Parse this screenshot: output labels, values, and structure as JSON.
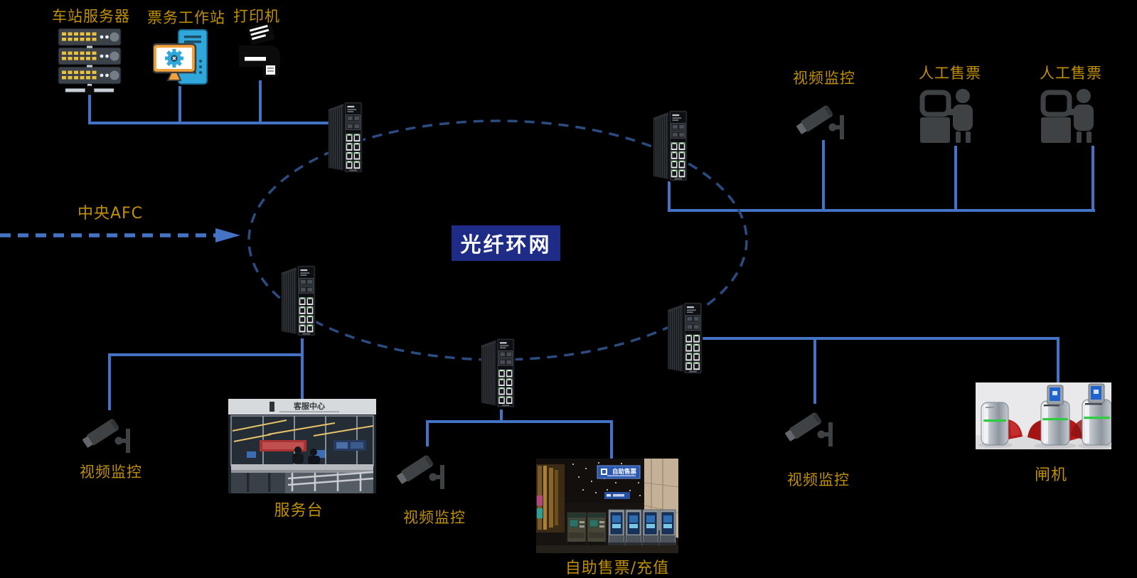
{
  "ring": {
    "label": "光纤环网"
  },
  "central_afc": {
    "label": "中央AFC"
  },
  "groups": {
    "station_equipment": {
      "server_label": "车站服务器",
      "workstation_label": "票务工作站",
      "printer_label": "打印机"
    },
    "concourse": {
      "camera_label": "视频监控",
      "manual_ticketing_1": "人工售票",
      "manual_ticketing_2": "人工售票"
    },
    "service_area": {
      "camera_label": "视频监控",
      "desk_label": "服务台",
      "service_desk_sign": "客服中心"
    },
    "ticketing_area": {
      "camera_label": "视频监控",
      "tvm_label": "自助售票/充值",
      "tvm_sign": "自助售票"
    },
    "gate_area": {
      "camera_label": "视频监控",
      "gate_label": "闸机"
    }
  },
  "icons": {
    "switch": "industrial-ethernet-switch-icon",
    "camera": "cctv-camera-icon",
    "server": "server-rack-icon",
    "workstation": "monitor-gear-icon",
    "printer": "printer-icon",
    "ticket_agent": "agent-at-desk-icon"
  },
  "colors": {
    "background": "#000000",
    "cable_blue": "#4472C4",
    "ring_dash_blue": "#2B4C80",
    "label_gold": "#BF9000",
    "ring_label_bg": "#1E2B87",
    "ring_label_text": "#FFFFFF",
    "port_led_green": "#57C05A"
  }
}
